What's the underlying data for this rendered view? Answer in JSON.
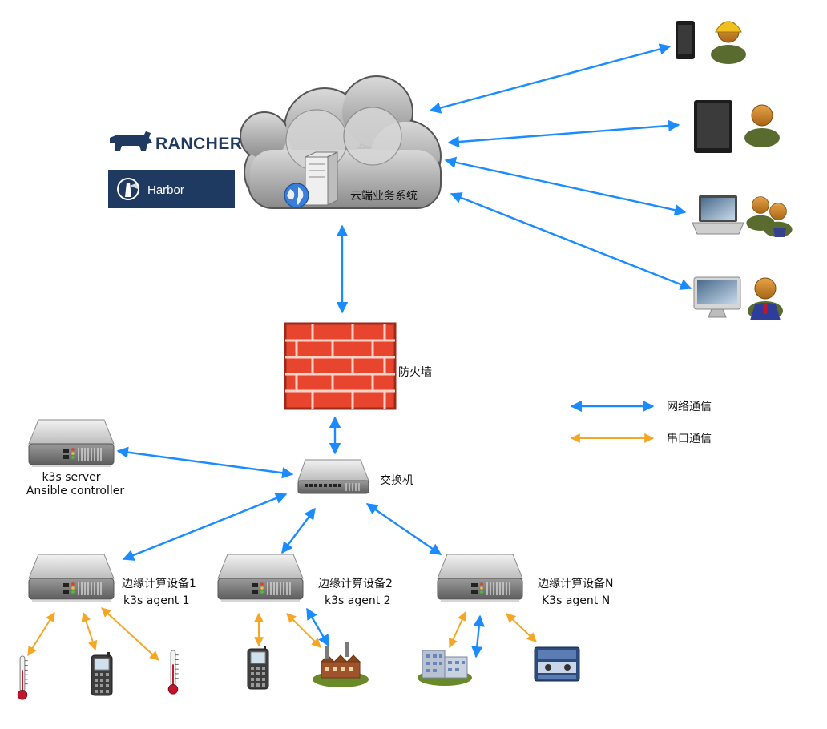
{
  "cloud": {
    "label": "云端业务系统"
  },
  "firewall": {
    "label": "防火墙"
  },
  "switch": {
    "label": "交换机"
  },
  "server": {
    "line1": "k3s  server",
    "line2": "Ansible controller"
  },
  "edge1": {
    "line1": "边缘计算设备1",
    "line2": "k3s agent 1"
  },
  "edge2": {
    "line1": "边缘计算设备2",
    "line2": "k3s agent 2"
  },
  "edgeN": {
    "line1": "边缘计算设备N",
    "line2": "K3s agent N"
  },
  "legend": {
    "network": "网络通信",
    "serial": "串口通信",
    "network_color": "#1a8cff",
    "serial_color": "#f5a623"
  },
  "logos": {
    "rancher": "RANCHER",
    "harbor": "Harbor"
  },
  "icons": {
    "cloud": "cloud-icon",
    "server": "server-icon",
    "globe": "globe-icon",
    "firewall": "brick-wall-icon",
    "switch": "network-switch-icon",
    "rack": "rack-server-icon",
    "phone": "smartphone-icon",
    "tablet": "tablet-icon",
    "laptop": "laptop-icon",
    "desktop": "desktop-monitor-icon",
    "user": "user-icon",
    "thermometer": "thermometer-icon",
    "handheld": "handheld-device-icon",
    "factory": "factory-icon",
    "building": "office-building-icon",
    "card-reader": "card-reader-icon"
  }
}
